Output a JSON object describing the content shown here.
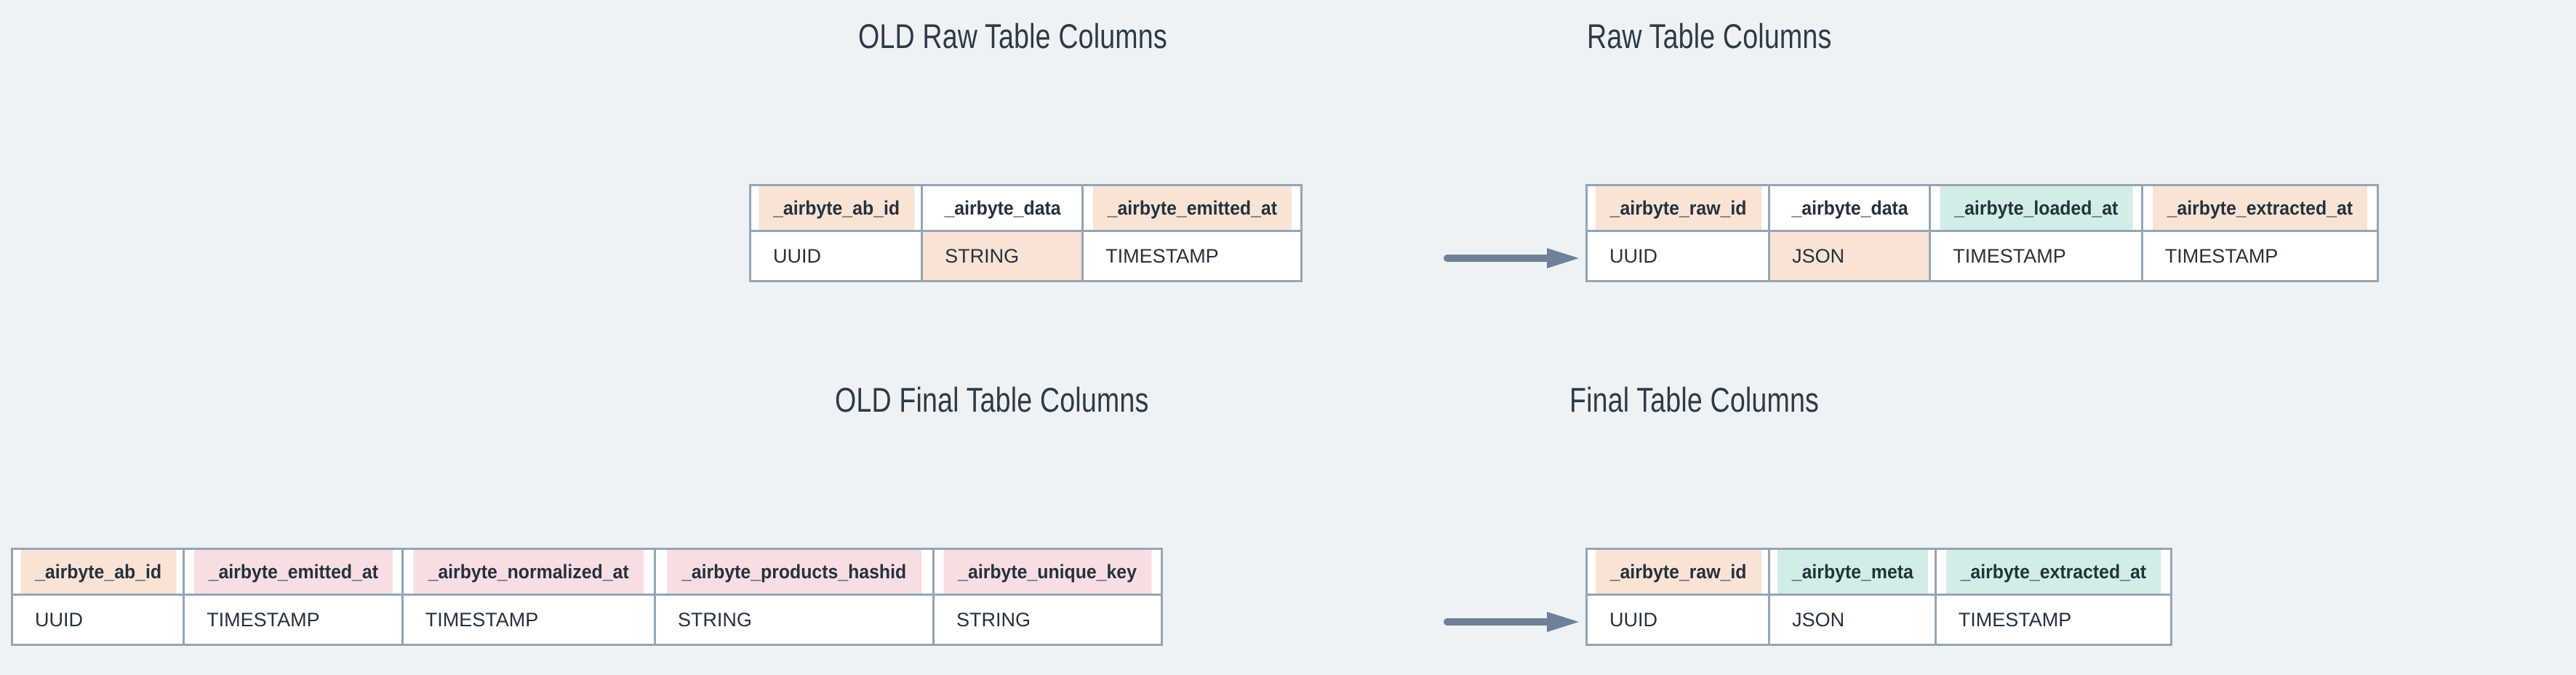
{
  "background_color": "#eff2f5",
  "palette": {
    "peach": "#f9e3d5",
    "teal": "#d2ece8",
    "pink": "#f8dde3",
    "white": "#ffffff",
    "border": "#95a5b6",
    "text": "#2c3b48",
    "arrow": "#6e8198"
  },
  "panels": {
    "old_raw": {
      "title": "OLD Raw Table Columns",
      "columns": [
        {
          "name": "_airbyte_ab_id",
          "header_fill": "peach",
          "type": "UUID",
          "type_fill": "white"
        },
        {
          "name": "_airbyte_data",
          "header_fill": "white",
          "type": "STRING",
          "type_fill": "peach"
        },
        {
          "name": "_airbyte_emitted_at",
          "header_fill": "peach",
          "type": "TIMESTAMP",
          "type_fill": "white"
        }
      ]
    },
    "new_raw": {
      "title": "Raw Table Columns",
      "columns": [
        {
          "name": "_airbyte_raw_id",
          "header_fill": "peach",
          "type": "UUID",
          "type_fill": "white"
        },
        {
          "name": "_airbyte_data",
          "header_fill": "white",
          "type": "JSON",
          "type_fill": "peach"
        },
        {
          "name": "_airbyte_loaded_at",
          "header_fill": "teal",
          "type": "TIMESTAMP",
          "type_fill": "white"
        },
        {
          "name": "_airbyte_extracted_at",
          "header_fill": "peach",
          "type": "TIMESTAMP",
          "type_fill": "white"
        }
      ]
    },
    "old_final": {
      "title": "OLD Final Table Columns",
      "columns": [
        {
          "name": "_airbyte_ab_id",
          "header_fill": "peach",
          "type": "UUID",
          "type_fill": "white"
        },
        {
          "name": "_airbyte_emitted_at",
          "header_fill": "pink",
          "type": "TIMESTAMP",
          "type_fill": "white"
        },
        {
          "name": "_airbyte_normalized_at",
          "header_fill": "pink",
          "type": "TIMESTAMP",
          "type_fill": "white"
        },
        {
          "name": "_airbyte_products_hashid",
          "header_fill": "pink",
          "type": "STRING",
          "type_fill": "white"
        },
        {
          "name": "_airbyte_unique_key",
          "header_fill": "pink",
          "type": "STRING",
          "type_fill": "white"
        }
      ]
    },
    "new_final": {
      "title": "Final Table Columns",
      "columns": [
        {
          "name": "_airbyte_raw_id",
          "header_fill": "peach",
          "type": "UUID",
          "type_fill": "white"
        },
        {
          "name": "_airbyte_meta",
          "header_fill": "teal",
          "type": "JSON",
          "type_fill": "white"
        },
        {
          "name": "_airbyte_extracted_at",
          "header_fill": "teal",
          "type": "TIMESTAMP",
          "type_fill": "white"
        }
      ]
    }
  },
  "arrows": [
    {
      "name": "raw-migration-arrow",
      "direction": "right"
    },
    {
      "name": "final-migration-arrow",
      "direction": "right"
    }
  ]
}
